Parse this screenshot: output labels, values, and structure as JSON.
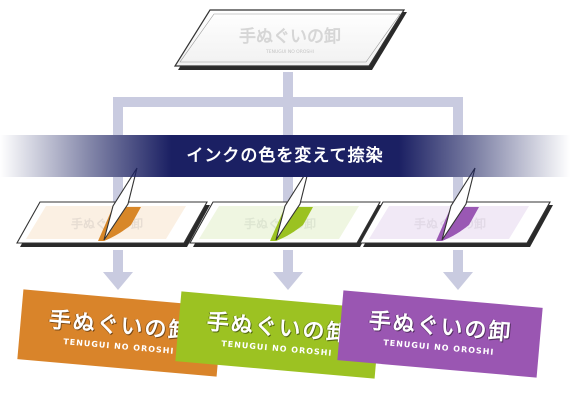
{
  "banner": {
    "label": "インクの色を変えて捺染"
  },
  "top_board": {
    "logo": "手ぬぐいの卸",
    "sub": "TENUGUI NO OROSHI"
  },
  "ink_colors": [
    "#d88728",
    "#9bc221",
    "#9a58b4"
  ],
  "towels": [
    {
      "color": "#d9842a",
      "logo": "手ぬぐいの卸",
      "sub": "TENUGUI NO OROSHI"
    },
    {
      "color": "#9cc222",
      "logo": "手ぬぐいの卸",
      "sub": "TENUGUI NO OROSHI"
    },
    {
      "color": "#9a56b2",
      "logo": "手ぬぐいの卸",
      "sub": "TENUGUI NO OROSHI"
    }
  ]
}
